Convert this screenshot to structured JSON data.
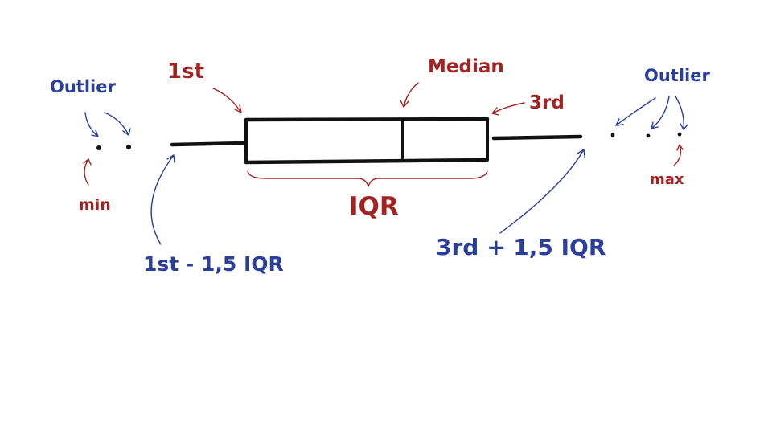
{
  "labels": {
    "outlier_left": "Outlier",
    "outlier_right": "Outlier",
    "first": "1st",
    "median": "Median",
    "third": "3rd",
    "min": "min",
    "max": "max",
    "iqr": "IQR",
    "lower_fence": "1st - 1,5 IQR",
    "upper_fence": "3rd + 1,5 IQR"
  },
  "colors": {
    "blue_ink": "#2a3f9c",
    "red_ink": "#a32222",
    "black_ink": "#111111",
    "background": "#ffffff"
  }
}
